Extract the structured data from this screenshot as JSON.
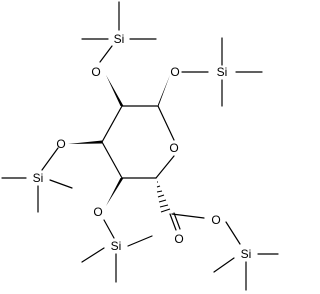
{
  "molecule": {
    "atoms": {
      "ring_oxygen": "O",
      "c1_oxygen": "O",
      "c2_oxygen": "O",
      "c3_oxygen": "O",
      "c4_oxygen": "O",
      "carbonyl_oxygen": "O",
      "ester_oxygen": "O",
      "si_top": "Si",
      "si_right": "Si",
      "si_left": "Si",
      "si_bottom": "Si",
      "si_ester": "Si"
    }
  }
}
